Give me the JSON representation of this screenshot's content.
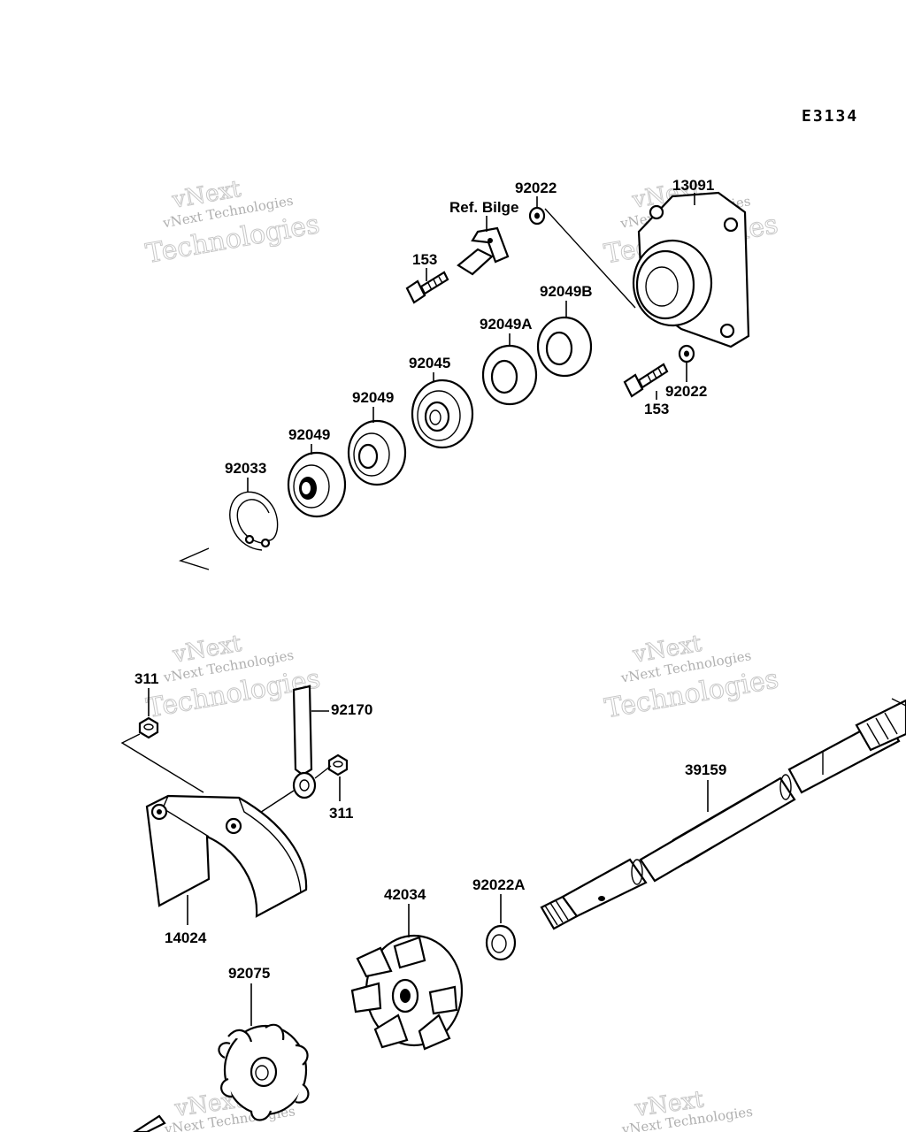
{
  "diagram_code": "E3134",
  "watermark": {
    "line1": "vNext",
    "line2": "vNext Technologies",
    "line3": "Technologies"
  },
  "labels": {
    "l13091": "13091",
    "l92022_top": "92022",
    "ref_bilge": "Ref. Bilge",
    "l153_top": "153",
    "l92049B": "92049B",
    "l92049A": "92049A",
    "l92045": "92045",
    "l92049_a": "92049",
    "l92049_b": "92049",
    "l92033": "92033",
    "l153_bottom": "153",
    "l92022_right": "92022",
    "l311_left": "311",
    "l92170": "92170",
    "l311_right": "311",
    "l39159": "39159",
    "l14024": "14024",
    "l92022A": "92022A",
    "l42034": "42034",
    "l92075": "92075"
  }
}
